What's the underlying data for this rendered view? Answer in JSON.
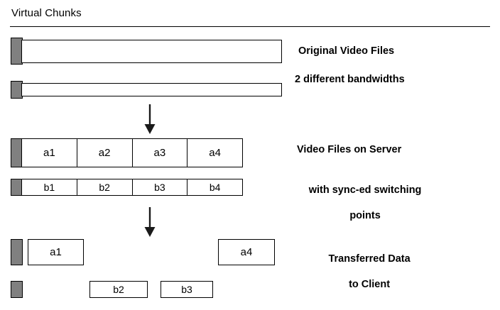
{
  "page": {
    "title": "Virtual Chunks",
    "background": "#ffffff",
    "marker_color": "#808080",
    "line_color": "#000000"
  },
  "sections": {
    "original": {
      "captions": {
        "line1": "Original Video Files",
        "line2": "2 different bandwidths"
      },
      "bars": [
        {
          "name": "original-video-bar-a",
          "label": ""
        },
        {
          "name": "original-video-bar-b",
          "label": ""
        }
      ]
    },
    "server": {
      "captions": {
        "line1": "Video Files on Server",
        "line2": "with sync-ed switching",
        "line3": "points"
      },
      "row_a": [
        "a1",
        "a2",
        "a3",
        "a4"
      ],
      "row_b": [
        "b1",
        "b2",
        "b3",
        "b4"
      ]
    },
    "client": {
      "captions": {
        "line1": "Transferred Data",
        "line2": "to Client"
      },
      "row_a": [
        "a1",
        "a4"
      ],
      "row_b": [
        "b2",
        "b3"
      ]
    }
  },
  "arrows": [
    {
      "name": "arrow-original-to-server",
      "direction": "down"
    },
    {
      "name": "arrow-server-to-client",
      "direction": "down"
    }
  ]
}
